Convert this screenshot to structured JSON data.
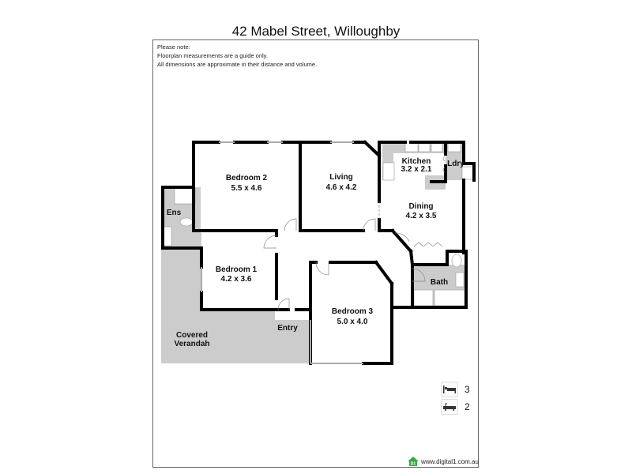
{
  "header": {
    "title": "42 Mabel Street, Willoughby"
  },
  "note": {
    "lines": [
      "Please note:",
      "Floorplan measurements are a guide only.",
      "All dimensions are approximate in their distance and volume."
    ]
  },
  "rooms": [
    {
      "name": "Bedroom 2",
      "size": "5.5 x 4.6"
    },
    {
      "name": "Living",
      "size": "4.6 x 4.2"
    },
    {
      "name": "Kitchen",
      "size": "3.2 x 2.1"
    },
    {
      "name": "Ldry",
      "size": ""
    },
    {
      "name": "Ens",
      "size": ""
    },
    {
      "name": "Dining",
      "size": "4.2 x 3.5"
    },
    {
      "name": "Bedroom 1",
      "size": "4.2 x 3.6"
    },
    {
      "name": "Bath",
      "size": ""
    },
    {
      "name": "Bedroom 3",
      "size": "5.0 x 4.0"
    },
    {
      "name": "Entry",
      "size": ""
    },
    {
      "name": "Covered",
      "size": "Verandah"
    }
  ],
  "legend": {
    "bedrooms": {
      "icon": "bed-icon",
      "count": "3"
    },
    "bathrooms": {
      "icon": "bathtub-icon",
      "count": "2"
    }
  },
  "brand": {
    "logo_text": "D1",
    "url": "www.digital1.com.au",
    "color": "#3aa845"
  },
  "colors": {
    "wall": "#000000",
    "wet_area": "#cccccc",
    "window": "#b0b0b0"
  }
}
